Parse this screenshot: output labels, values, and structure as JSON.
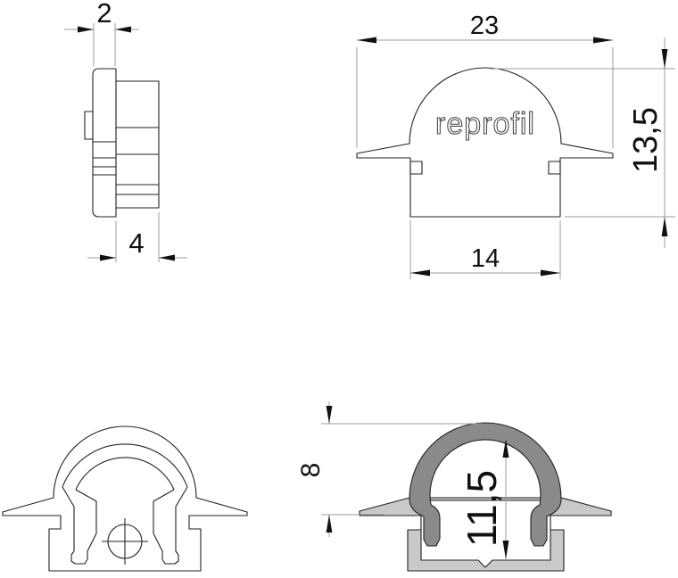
{
  "logo": {
    "text": "reprofil"
  },
  "colors": {
    "background": "#ffffff",
    "outline": "#222222",
    "dim_line": "#9b9b9b",
    "dim_text": "#111111",
    "cover_fill": "#8a8a8a",
    "base_fill": "#c9c9c9"
  },
  "views": {
    "endcap_side": {
      "dim_face_thickness": "2",
      "dim_total_depth": "4"
    },
    "endcap_front": {
      "dim_overall_width": "23",
      "dim_overall_height": "13,5",
      "dim_body_width": "14"
    },
    "profile_section": {
      "dim_cover_height": "8",
      "dim_inner_height": "11,5"
    }
  }
}
